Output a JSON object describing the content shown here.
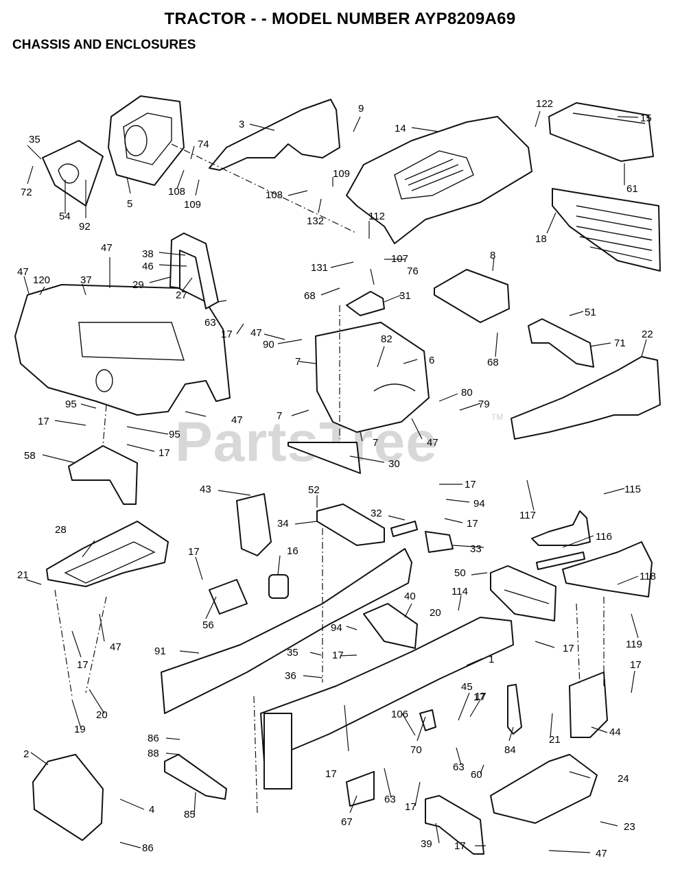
{
  "header": {
    "title": "TRACTOR - - MODEL NUMBER AYP8209A69",
    "subtitle": "CHASSIS AND ENCLOSURES"
  },
  "watermark": {
    "text": "PartsTree",
    "trademark": "TM"
  },
  "callouts": [
    {
      "id": "c1",
      "label": "35"
    },
    {
      "id": "c2",
      "label": "72"
    },
    {
      "id": "c3",
      "label": "54"
    },
    {
      "id": "c4",
      "label": "92"
    },
    {
      "id": "c5",
      "label": "5"
    },
    {
      "id": "c6",
      "label": "74"
    },
    {
      "id": "c7",
      "label": "108"
    },
    {
      "id": "c8",
      "label": "109"
    },
    {
      "id": "c9",
      "label": "3"
    },
    {
      "id": "c10",
      "label": "9"
    },
    {
      "id": "c11",
      "label": "14"
    },
    {
      "id": "c12",
      "label": "108"
    },
    {
      "id": "c13",
      "label": "109"
    },
    {
      "id": "c14",
      "label": "132"
    },
    {
      "id": "c15",
      "label": "112"
    },
    {
      "id": "c16",
      "label": "122"
    },
    {
      "id": "c17",
      "label": "15"
    },
    {
      "id": "c18",
      "label": "61"
    },
    {
      "id": "c19",
      "label": "18"
    },
    {
      "id": "c20",
      "label": "47"
    },
    {
      "id": "c21",
      "label": "38"
    },
    {
      "id": "c22",
      "label": "46"
    },
    {
      "id": "c23",
      "label": "29"
    },
    {
      "id": "c24",
      "label": "27"
    },
    {
      "id": "c25",
      "label": "47"
    },
    {
      "id": "c26",
      "label": "120"
    },
    {
      "id": "c27",
      "label": "37"
    },
    {
      "id": "c28",
      "label": "63"
    },
    {
      "id": "c29",
      "label": "17"
    },
    {
      "id": "c30",
      "label": "131"
    },
    {
      "id": "c31",
      "label": "107"
    },
    {
      "id": "c32",
      "label": "76"
    },
    {
      "id": "c33",
      "label": "68"
    },
    {
      "id": "c34",
      "label": "31"
    },
    {
      "id": "c35",
      "label": "8"
    },
    {
      "id": "c36",
      "label": "68"
    },
    {
      "id": "c37",
      "label": "51"
    },
    {
      "id": "c38",
      "label": "71"
    },
    {
      "id": "c39",
      "label": "22"
    },
    {
      "id": "c40",
      "label": "47"
    },
    {
      "id": "c41",
      "label": "90"
    },
    {
      "id": "c42",
      "label": "82"
    },
    {
      "id": "c43",
      "label": "7"
    },
    {
      "id": "c44",
      "label": "6"
    },
    {
      "id": "c45",
      "label": "80"
    },
    {
      "id": "c46",
      "label": "79"
    },
    {
      "id": "c47",
      "label": "7"
    },
    {
      "id": "c48",
      "label": "47"
    },
    {
      "id": "c49",
      "label": "7"
    },
    {
      "id": "c50",
      "label": "30"
    },
    {
      "id": "c51",
      "label": "95"
    },
    {
      "id": "c52",
      "label": "17"
    },
    {
      "id": "c53",
      "label": "95"
    },
    {
      "id": "c54",
      "label": "17"
    },
    {
      "id": "c55",
      "label": "47"
    },
    {
      "id": "c56",
      "label": "58"
    },
    {
      "id": "c57",
      "label": "43"
    },
    {
      "id": "c58",
      "label": "52"
    },
    {
      "id": "c59",
      "label": "34"
    },
    {
      "id": "c60",
      "label": "32"
    },
    {
      "id": "c61",
      "label": "17"
    },
    {
      "id": "c62",
      "label": "94"
    },
    {
      "id": "c63",
      "label": "17"
    },
    {
      "id": "c64",
      "label": "33"
    },
    {
      "id": "c65",
      "label": "117"
    },
    {
      "id": "c66",
      "label": "115"
    },
    {
      "id": "c67",
      "label": "116"
    },
    {
      "id": "c68",
      "label": "28"
    },
    {
      "id": "c69",
      "label": "21"
    },
    {
      "id": "c70",
      "label": "47"
    },
    {
      "id": "c71",
      "label": "17"
    },
    {
      "id": "c72",
      "label": "16"
    },
    {
      "id": "c73",
      "label": "17"
    },
    {
      "id": "c74",
      "label": "56"
    },
    {
      "id": "c75",
      "label": "50"
    },
    {
      "id": "c76",
      "label": "118"
    },
    {
      "id": "c77",
      "label": "91"
    },
    {
      "id": "c78",
      "label": "40"
    },
    {
      "id": "c79",
      "label": "20"
    },
    {
      "id": "c80",
      "label": "114"
    },
    {
      "id": "c81",
      "label": "17"
    },
    {
      "id": "c82",
      "label": "119"
    },
    {
      "id": "c83",
      "label": "94"
    },
    {
      "id": "c84",
      "label": "35"
    },
    {
      "id": "c85",
      "label": "17"
    },
    {
      "id": "c86",
      "label": "1"
    },
    {
      "id": "c87",
      "label": "36"
    },
    {
      "id": "c88",
      "label": "17"
    },
    {
      "id": "c89",
      "label": "17"
    },
    {
      "id": "c90",
      "label": "20"
    },
    {
      "id": "c91",
      "label": "19"
    },
    {
      "id": "c92",
      "label": "45"
    },
    {
      "id": "c93",
      "label": "17"
    },
    {
      "id": "c94",
      "label": "106"
    },
    {
      "id": "c95",
      "label": "70"
    },
    {
      "id": "c96",
      "label": "84"
    },
    {
      "id": "c97",
      "label": "21"
    },
    {
      "id": "c98",
      "label": "44"
    },
    {
      "id": "c99",
      "label": "86"
    },
    {
      "id": "c100",
      "label": "88"
    },
    {
      "id": "c101",
      "label": "17"
    },
    {
      "id": "c102",
      "label": "63"
    },
    {
      "id": "c103",
      "label": "60"
    },
    {
      "id": "c104",
      "label": "2"
    },
    {
      "id": "c105",
      "label": "24"
    },
    {
      "id": "c106",
      "label": "4"
    },
    {
      "id": "c107",
      "label": "85"
    },
    {
      "id": "c108",
      "label": "67"
    },
    {
      "id": "c109",
      "label": "63"
    },
    {
      "id": "c110",
      "label": "17"
    },
    {
      "id": "c111",
      "label": "23"
    },
    {
      "id": "c112",
      "label": "86"
    },
    {
      "id": "c113",
      "label": "39"
    },
    {
      "id": "c114",
      "label": "17"
    },
    {
      "id": "c115",
      "label": "47"
    }
  ]
}
